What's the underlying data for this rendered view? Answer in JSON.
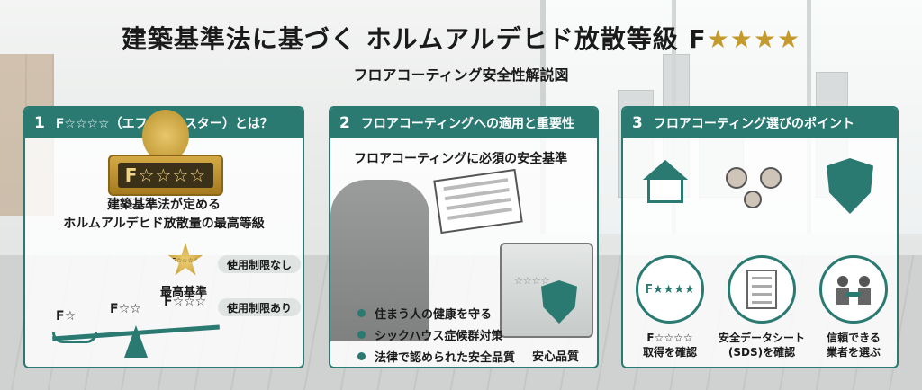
{
  "title": {
    "main": "建築基準法に基づく ホルムアルデヒド放散等級 F",
    "stars": "★★★★"
  },
  "subtitle": "フロアコーティング安全性解説図",
  "panel1": {
    "num": "1",
    "heading": "F☆☆☆☆（エフフォースター）とは？",
    "medal_label": "F☆☆☆☆",
    "desc_line1": "建築基準法が定める",
    "desc_line2": "ホルムアルデヒド放散量の最高等級",
    "badge": "F☆☆☆☆",
    "top_label": "最高基準",
    "pill_unlimited": "使用制限なし",
    "pill_limited": "使用制限あり",
    "grades": [
      "F☆",
      "F☆☆",
      "F☆☆☆"
    ]
  },
  "panel2": {
    "num": "2",
    "heading": "フロアコーティングへの適用と重要性",
    "subheading": "フロアコーティングに必須の安全基準",
    "can_label": "☆☆☆☆",
    "bullets": [
      "住まう人の健康を守る",
      "シックハウス症候群対策",
      "法律で認められた安全品質"
    ],
    "quality": "安心品質"
  },
  "panel3": {
    "num": "3",
    "heading": "フロアコーティング選びのポイント",
    "circle1": "F★★★★",
    "cap1_line1": "F☆☆☆☆",
    "cap1_line2": "取得を確認",
    "cap2_line1": "安全データシート",
    "cap2_line2": "(SDS)を確認",
    "cap3_line1": "信頼できる",
    "cap3_line2": "業者を選ぶ"
  },
  "icons": [
    "check-icon",
    "document-icon",
    "handshake-icon",
    "house-icon",
    "shield-icon",
    "family-icon"
  ],
  "colors": {
    "accent": "#2a7a72",
    "gold": "#c49a2c"
  }
}
